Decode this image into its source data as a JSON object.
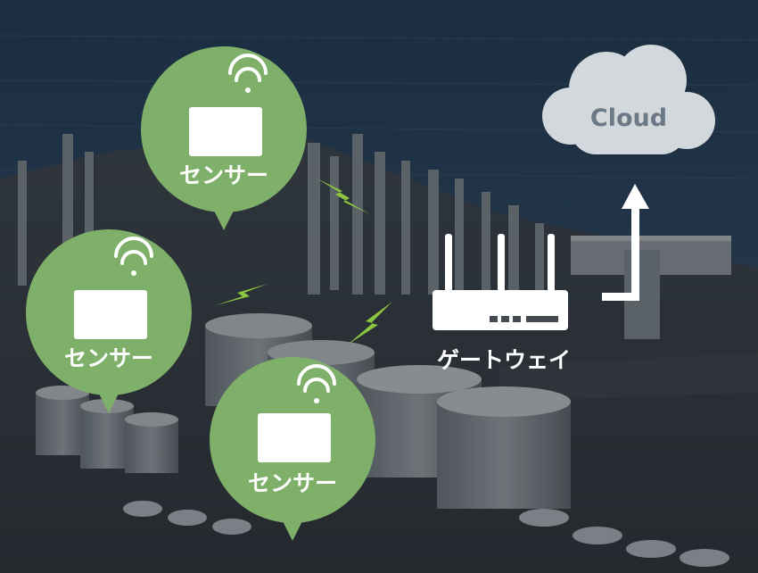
{
  "sensors": [
    {
      "label": "センサー"
    },
    {
      "label": "センサー"
    },
    {
      "label": "センサー"
    }
  ],
  "gateway": {
    "label": "ゲートウェイ"
  },
  "cloud": {
    "label": "Cloud"
  },
  "colors": {
    "sensor_green": "#7fb06a",
    "cloud_fill": "#d3d8dc",
    "cloud_text": "#6b7a86",
    "bolt_green": "#8cc63f",
    "sea": "#1f3a55",
    "overlay": "#1a1f24"
  },
  "icons": [
    "wifi-icon",
    "device-icon",
    "router-icon",
    "cloud-icon",
    "arrow-up-icon",
    "lightning-bolt-icon"
  ]
}
